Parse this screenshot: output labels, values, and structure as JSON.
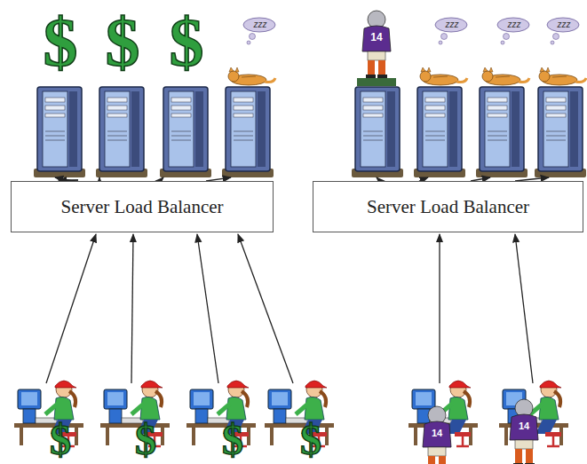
{
  "diagram": {
    "nodes": [
      {
        "text": [
          "Server Load Balancer"
        ]
      },
      {
        "text": [
          "Server Load Balancer"
        ]
      }
    ],
    "labels": [
      "$",
      "$",
      "$",
      "zzz",
      "14",
      "zzz",
      "zzz",
      "zzz",
      "$",
      "$",
      "$",
      "$",
      "14",
      "14"
    ]
  }
}
